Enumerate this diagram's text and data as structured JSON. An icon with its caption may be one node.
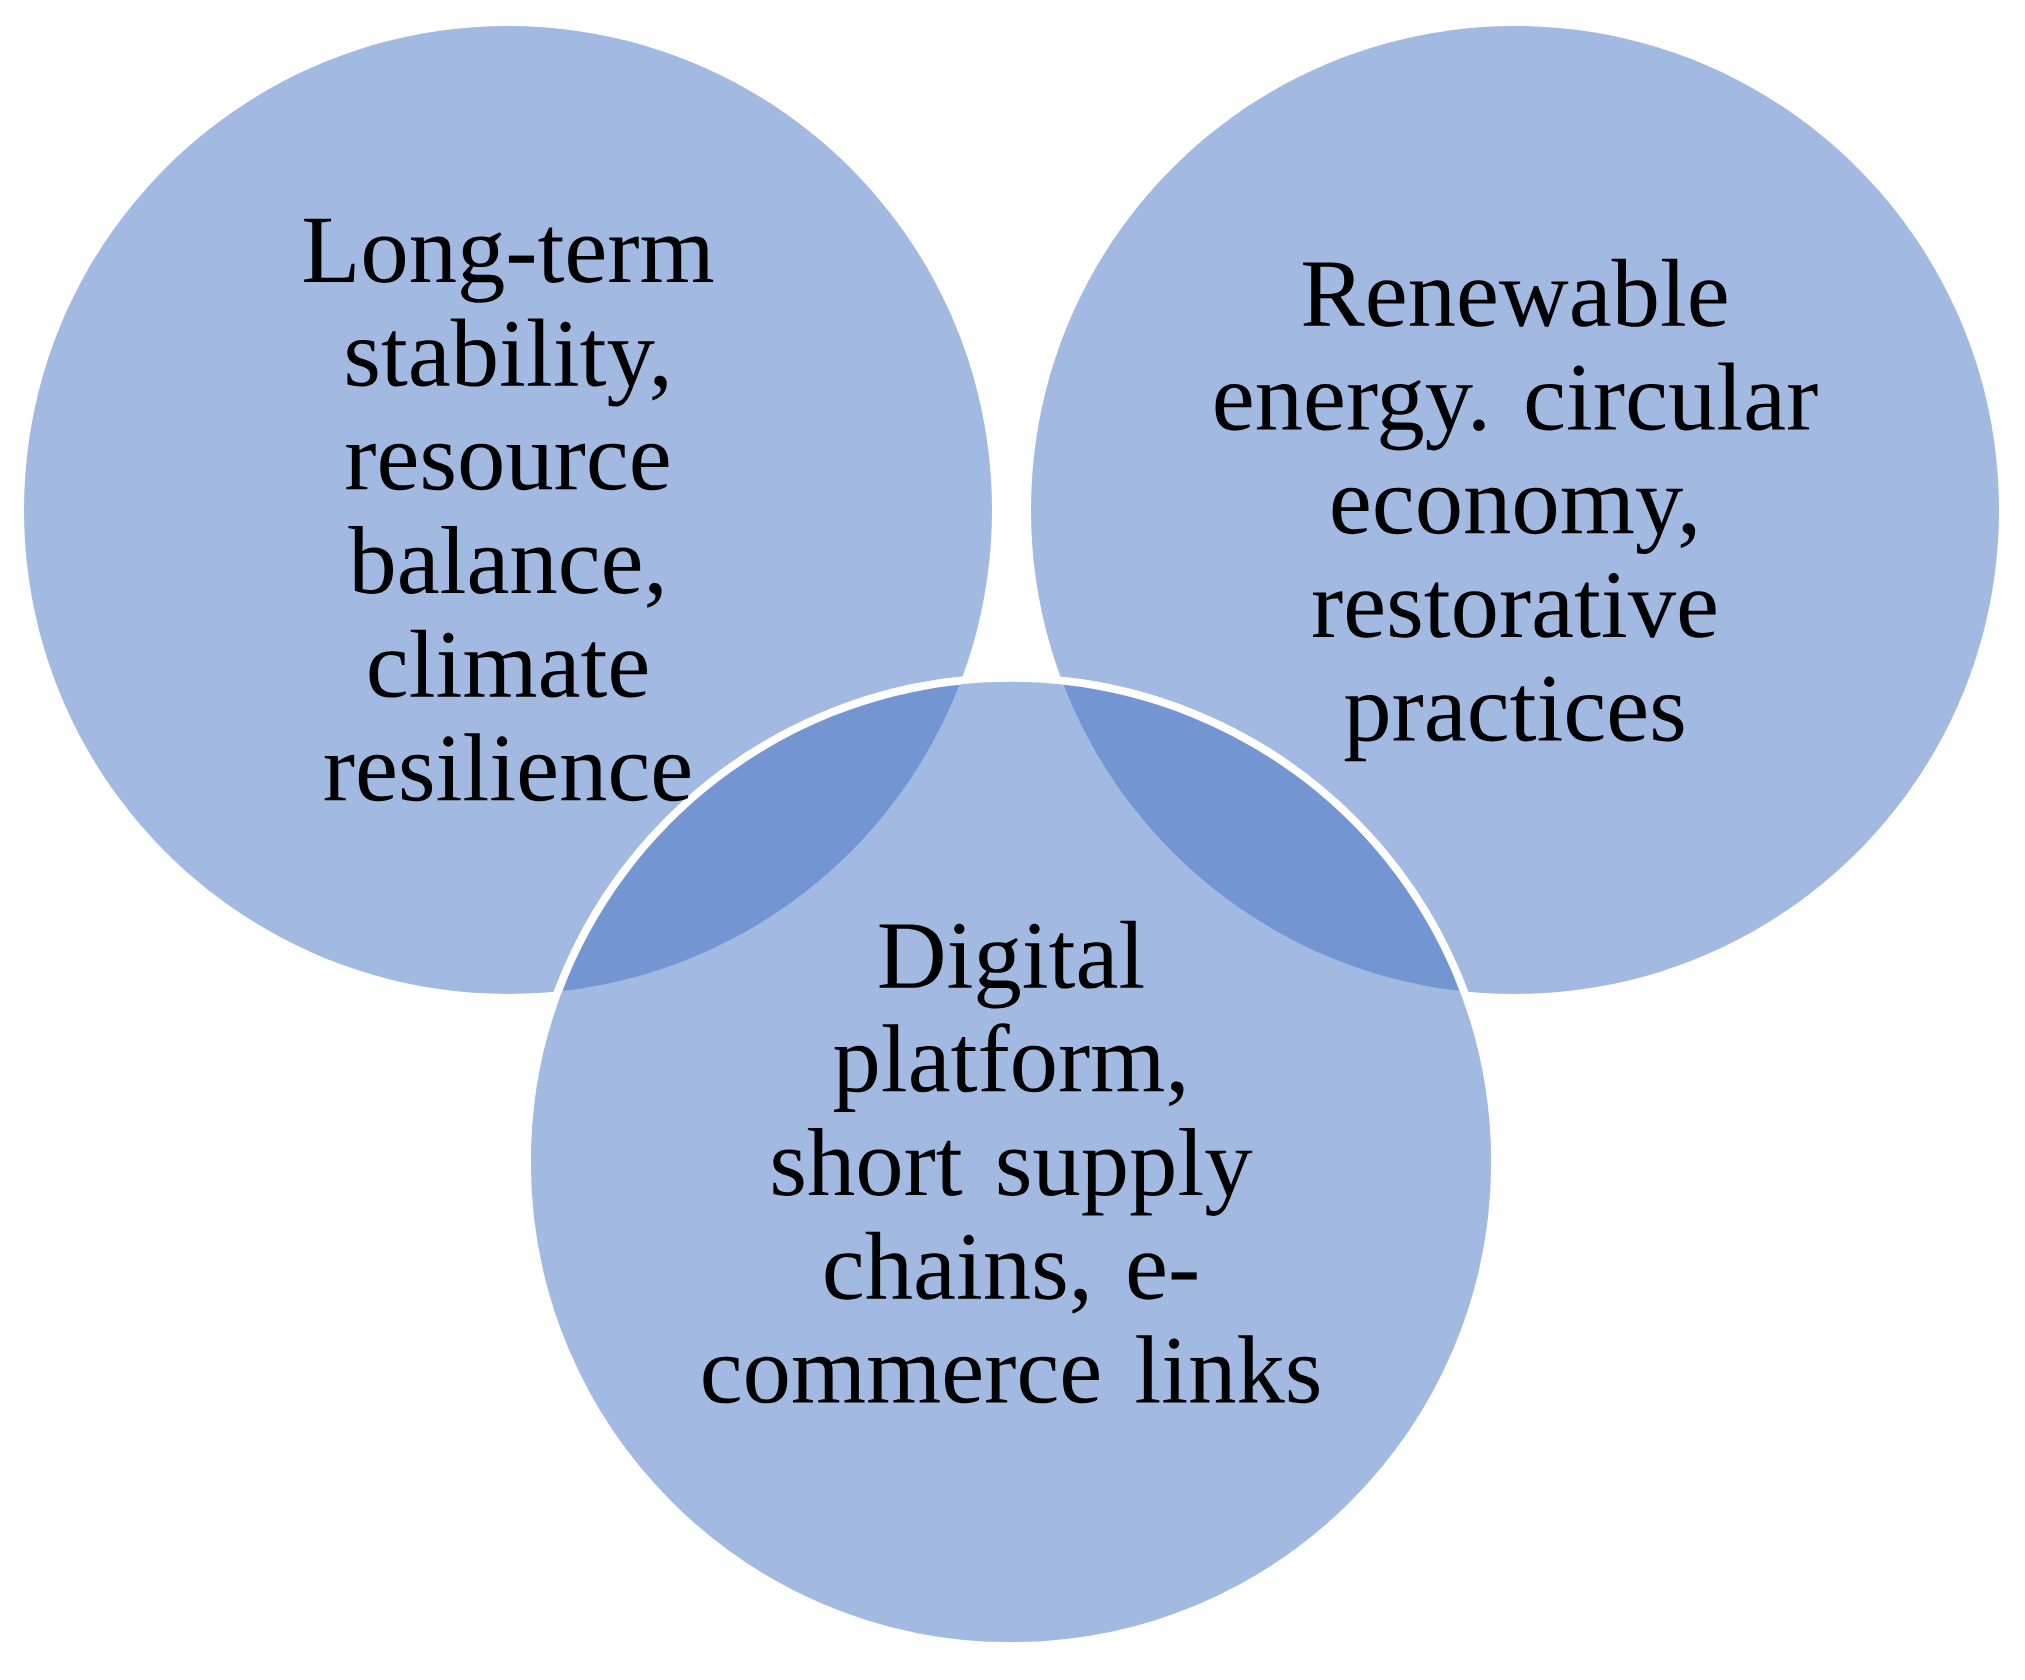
{
  "diagram": {
    "nodes": [
      {
        "text": [
          "Long-term stability, resource balance, climate resilience"
        ]
      },
      {
        "text": [
          "Renewable energy. circular economy, restorative practices"
        ]
      },
      {
        "text": [
          "Digital platform, short supply chains, e-commerce links"
        ]
      }
    ]
  }
}
